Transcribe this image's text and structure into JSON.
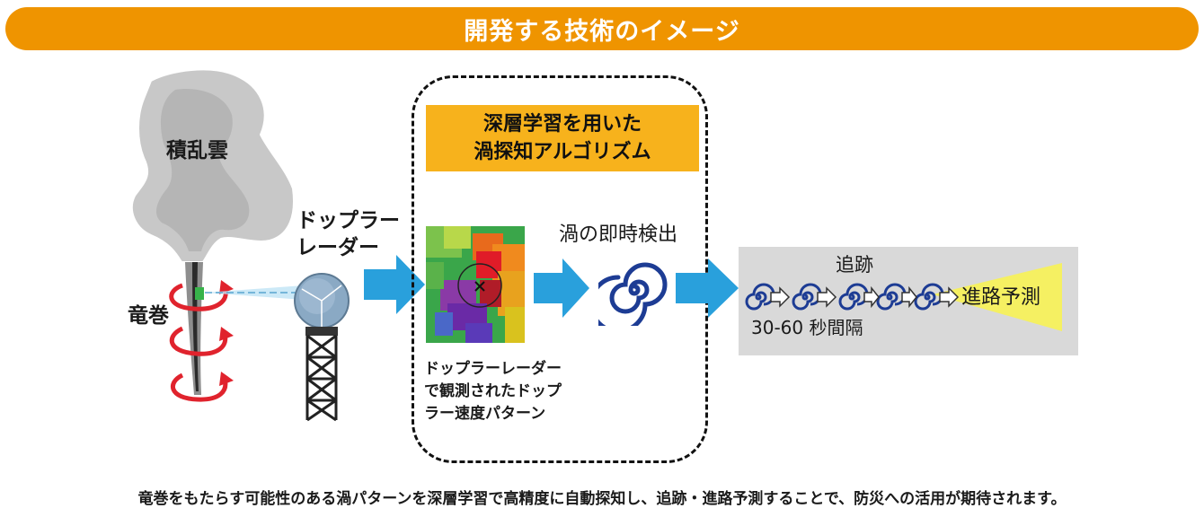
{
  "banner": {
    "title": "開発する技術のイメージ"
  },
  "labels": {
    "cloud": "積乱雲",
    "tornado": "竜巻",
    "radar_line1": "ドップラー",
    "radar_line2": "レーダー",
    "algo_line1": "深層学習を用いた",
    "algo_line2": "渦探知アルゴリズム",
    "doppler_caption_line1": "ドップラーレーダー",
    "doppler_caption_line2": "で観測されたドップ",
    "doppler_caption_line3": "ラー速度パターン",
    "instant_detection": "渦の即時検出",
    "tracking": "追跡",
    "prediction": "進路予測",
    "interval": "30-60 秒間隔"
  },
  "footer": {
    "text": "竜巻をもたらす可能性のある渦パターンを深層学習で高精度に自動探知し、追跡・進路予測することで、防災への活用が期待されます。"
  },
  "colors": {
    "banner": "#ef9400",
    "algo_box": "#f7b21c",
    "arrow": "#29a0dc",
    "spiral": "#1d3c94",
    "prediction_beam": "#f5f062",
    "rotation_arrow": "#e0232d",
    "cloud": "#c8c8c8"
  }
}
